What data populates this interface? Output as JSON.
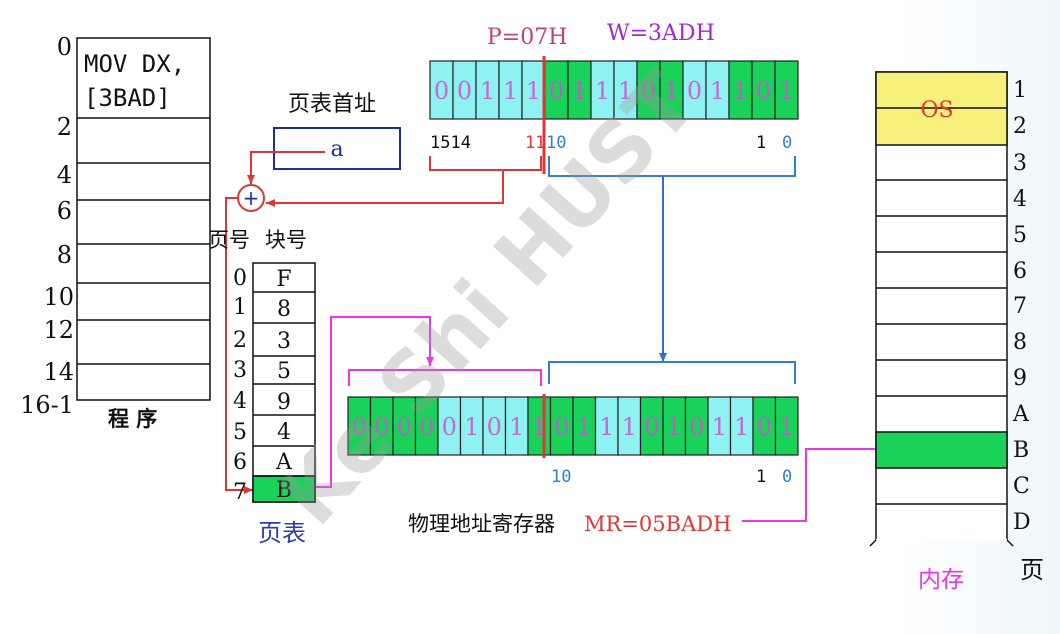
{
  "program": {
    "instruction_line1": "MOV DX,",
    "instruction_line2": "[3BAD]",
    "row_labels": [
      "0",
      "2",
      "4",
      "6",
      "8",
      "10",
      "12",
      "14",
      "16-1"
    ],
    "caption": "程 序"
  },
  "page_table_base": {
    "label": "页表首址",
    "value": "a",
    "adder_symbol": "+"
  },
  "page_table": {
    "header_page": "页号",
    "header_block": "块号",
    "page_numbers": [
      "0",
      "1",
      "2",
      "3",
      "4",
      "5",
      "6",
      "7"
    ],
    "block_numbers": [
      "F",
      "8",
      "3",
      "5",
      "9",
      "4",
      "A",
      "B"
    ],
    "highlighted_row": 7,
    "caption": "页表"
  },
  "logical_address": {
    "p_label": "P=07H",
    "w_label": "W=3ADH",
    "bits": [
      "0",
      "0",
      "1",
      "1",
      "1",
      "0",
      "1",
      "1",
      "1",
      "0",
      "1",
      "0",
      "1",
      "1",
      "0",
      "1"
    ],
    "bit_colors": [
      "cyan",
      "cyan",
      "cyan",
      "cyan",
      "cyan",
      "green",
      "green",
      "cyan",
      "cyan",
      "green",
      "green",
      "cyan",
      "cyan",
      "green",
      "green",
      "green"
    ],
    "pos_left": "1514",
    "pos_mid_red": "11",
    "pos_mid": "10",
    "pos_right_1": "1",
    "pos_right_0": "0"
  },
  "physical_address": {
    "bits": [
      "0",
      "0",
      "0",
      "0",
      "0",
      "1",
      "0",
      "1",
      "1",
      "0",
      "1",
      "1",
      "1",
      "0",
      "1",
      "0",
      "1",
      "1",
      "0",
      "1"
    ],
    "bit_colors": [
      "green",
      "green",
      "green",
      "green",
      "cyan",
      "cyan",
      "cyan",
      "cyan",
      "green",
      "green",
      "green",
      "cyan",
      "cyan",
      "green",
      "green",
      "green",
      "cyan",
      "cyan",
      "green",
      "green"
    ],
    "pos_mid": "10",
    "pos_right_1": "1",
    "pos_right_0": "0",
    "register_label": "物理地址寄存器",
    "register_value": "MR=05BADH"
  },
  "memory": {
    "os_label": "OS",
    "row_labels": [
      "1",
      "2",
      "3",
      "4",
      "5",
      "6",
      "7",
      "8",
      "9",
      "A",
      "B",
      "C",
      "D"
    ],
    "highlighted_label": "B",
    "caption": "内存",
    "side_label": "页"
  },
  "watermark": "Ke Shi  HUST",
  "colors": {
    "cyan": "#8ef2f2",
    "green": "#19d25a",
    "red": "#e23434",
    "blue": "#2f7fd6",
    "magenta": "#ee33ee",
    "os_yellow": "#f7f07a",
    "navy": "#1f2e9c"
  }
}
